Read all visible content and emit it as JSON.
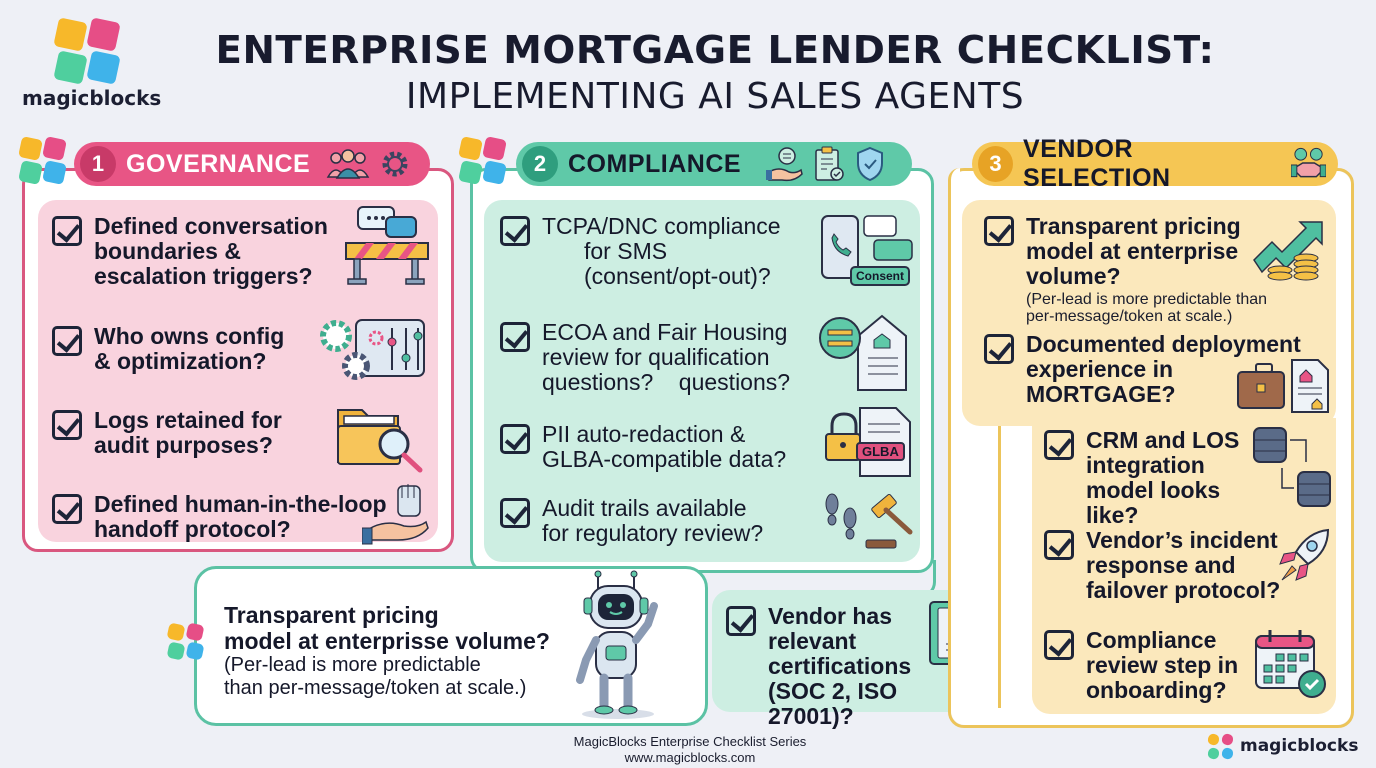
{
  "brand": {
    "name": "magicblocks",
    "colors": {
      "yellow": "#f7b82a",
      "pink": "#e64e86",
      "green": "#4fcf9e",
      "blue": "#3fb3ea"
    }
  },
  "header": {
    "title_line1": "ENTERPRISE MORTGAGE LENDER CHECKLIST:",
    "title_line2": "IMPLEMENTING AI SALES AGENTS"
  },
  "sections": [
    {
      "number": "1",
      "label": "GOVERNANCE",
      "accent": "#e0507e",
      "fill": "#f9d3de",
      "header_icons": [
        "team-icon",
        "gear-icon"
      ],
      "items": [
        {
          "text": "Defined conversation boundaries & escalation triggers?",
          "lines": [
            "Defined conversation",
            "boundaries &",
            "escalation triggers?"
          ],
          "icon": "chat-barrier-icon"
        },
        {
          "text": "Who owns config & optimization?",
          "lines": [
            "Who owns config",
            "& optimization?"
          ],
          "icon": "gears-sliders-icon"
        },
        {
          "text": "Logs retained for audit purposes?",
          "lines": [
            "Logs retained for",
            "audit purposes?"
          ],
          "icon": "folder-search-icon"
        },
        {
          "text": "Defined human-in-the-loop handoff protocol?",
          "lines": [
            "Defined human-in-the-loop",
            "handoff protocol?"
          ],
          "icon": "robot-hand-icon"
        }
      ]
    },
    {
      "number": "2",
      "label": "COMPLIANCE",
      "accent": "#4fbfa0",
      "fill": "#cdeee2",
      "header_icons": [
        "hand-coin-icon",
        "clipboard-check-icon",
        "shield-check-icon"
      ],
      "items": [
        {
          "text": "TCPA/DNC compliance for SMS (consent/opt-out)?",
          "lines": [
            "TCPA/DNC compliance",
            "for SMS",
            "(consent/opt-out)?"
          ],
          "icon": "phone-consent-icon",
          "icon_label": "Consent"
        },
        {
          "text": "ECOA and Fair Housing review for qualification questions? questions?",
          "lines": [
            "ECOA and Fair Housing",
            "review for qualification",
            "questions?    questions?"
          ],
          "icon": "equal-house-icon"
        },
        {
          "text": "PII auto-redaction & GLBA-compatible data?",
          "lines": [
            "PII auto-redaction &",
            "GLBA-compatible data?"
          ],
          "icon": "lock-document-icon",
          "icon_label": "GLBA"
        },
        {
          "text": "Audit trails available for regulatory review?",
          "lines": [
            "Audit trails available",
            "for regulatory review?"
          ],
          "icon": "footprints-gavel-icon"
        },
        {
          "text": "Vendor has relevant certifications (SOC 2, ISO 27001)?",
          "lines": [
            "Vendor has",
            "relevant",
            "certifications",
            "(SOC 2, ISO 27001)?"
          ],
          "icon": "certificate-icon"
        }
      ]
    },
    {
      "number": "3",
      "label": "VENDOR SELECTION",
      "accent": "#f0bf45",
      "fill": "#fbe8bc",
      "header_icons": [
        "handshake-icon"
      ],
      "items": [
        {
          "text": "Transparent pricing model at enterprise volume?",
          "lines": [
            "Transparent pricing",
            "model at enterprise",
            "volume?"
          ],
          "sub_lines": [
            "(Per-lead is more predictable than",
            "per-message/token at scale.)"
          ],
          "icon": "growth-coins-icon"
        },
        {
          "text": "Documented deployment experience in MORTGAGE?",
          "lines": [
            "Documented deployment",
            "experience in",
            "MORTGAGE?"
          ],
          "icon": "briefcase-document-icon"
        },
        {
          "text": "CRM and LOS integration model looks like?",
          "lines": [
            "CRM and LOS",
            "integration",
            "model looks like?"
          ],
          "icon": "database-sync-icon"
        },
        {
          "text": "Vendor's incident response and failover protocol?",
          "lines": [
            "Vendor’s incident",
            "response and",
            "failover protocol?"
          ],
          "icon": "rocket-icon"
        },
        {
          "text": "Compliance review step in onboarding?",
          "lines": [
            "Compliance",
            "review step in",
            "onboarding?"
          ],
          "icon": "calendar-check-icon"
        }
      ]
    }
  ],
  "callout": {
    "lines": [
      "Transparent pricing",
      "model at enterprisse volume?"
    ],
    "sub_lines": [
      "(Per-lead is more predictable",
      "than per-message/token at scale.)"
    ],
    "icon": "robot-mascot-icon"
  },
  "footer": {
    "series": "MagicBlocks Enterprise Checklist Series",
    "url": "www.magicblocks.com",
    "brand": "magicblocks"
  }
}
